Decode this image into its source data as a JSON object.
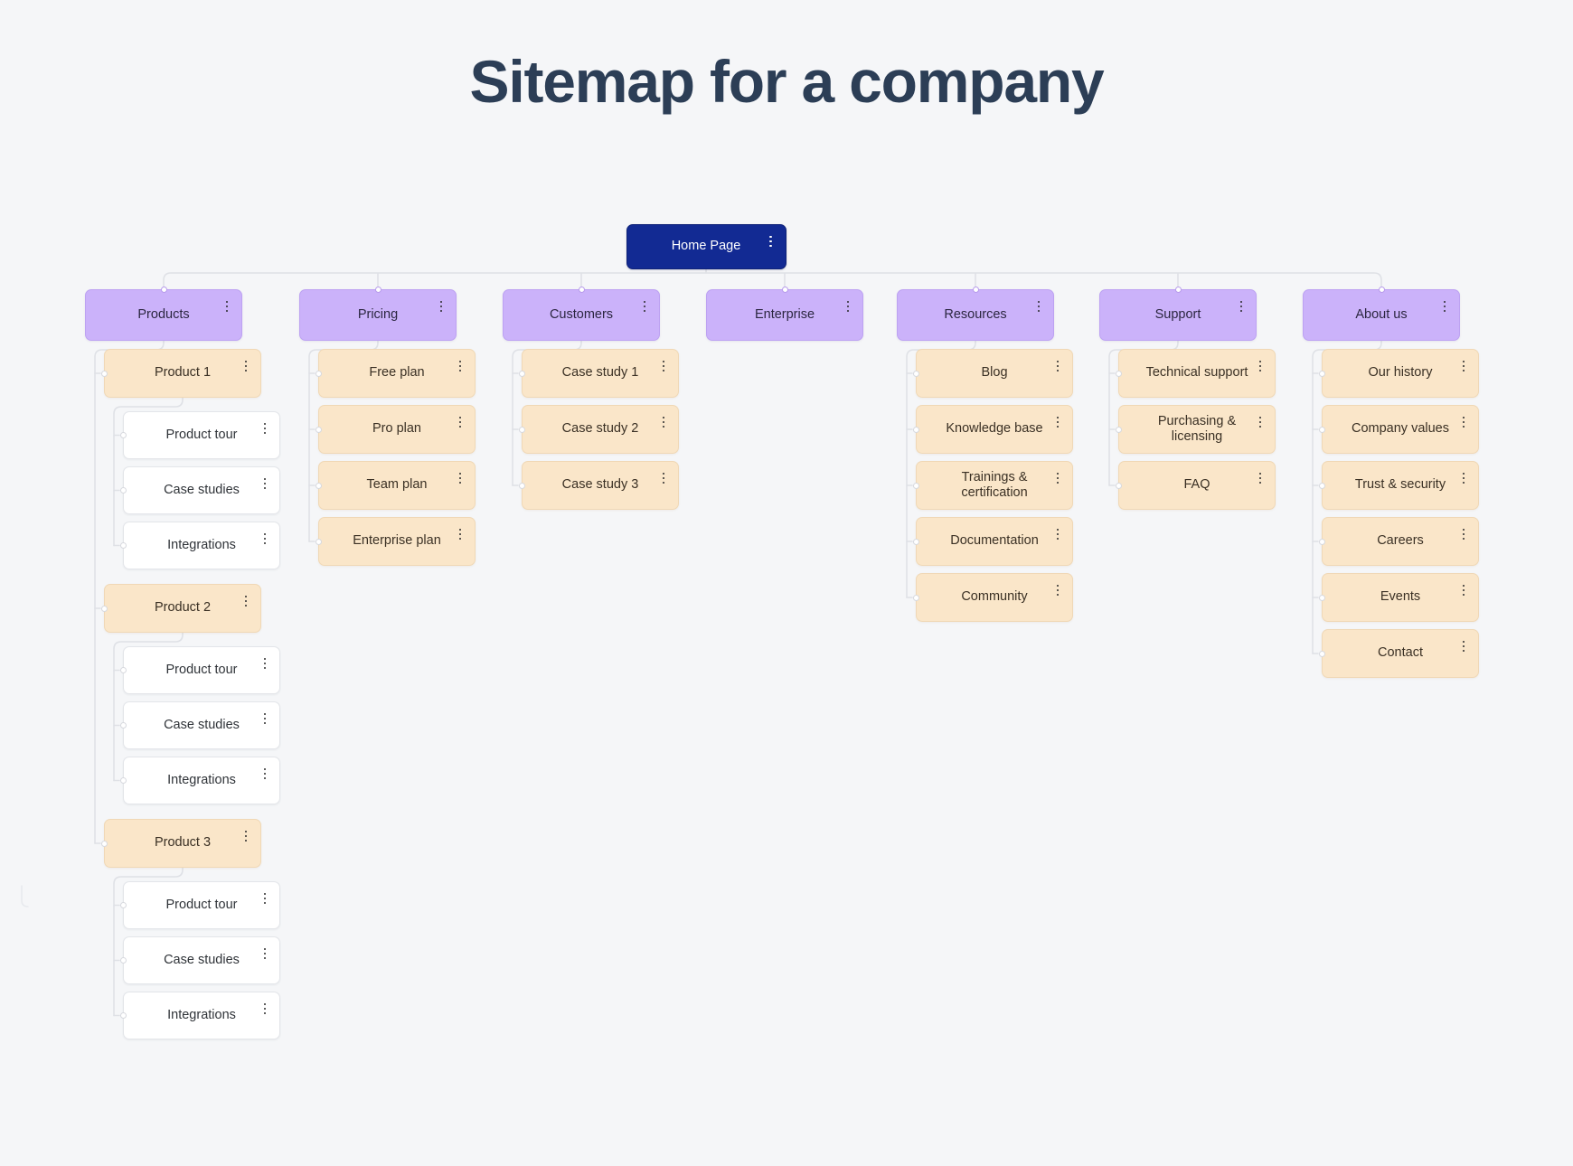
{
  "page": {
    "title": "Sitemap for a company",
    "background_color": "#f5f6f8",
    "title_color": "#2c3e56"
  },
  "colors": {
    "root_node": "#122a93",
    "section_node": "#cbb2fa",
    "page_node": "#fae6c9",
    "leaf_node": "#ffffff",
    "edge": "#dfe1e6"
  },
  "icons": {
    "kebab": "kebab-menu-icon"
  },
  "diagram": {
    "type": "sitemap-tree",
    "root": {
      "id": "home",
      "label": "Home Page",
      "kind": "root"
    },
    "sections": [
      {
        "id": "products",
        "label": "Products",
        "kind": "section",
        "children": [
          {
            "id": "product-1",
            "label": "Product 1",
            "kind": "page",
            "children": [
              {
                "id": "p1-product-tour",
                "label": "Product tour",
                "kind": "leaf"
              },
              {
                "id": "p1-case-studies",
                "label": "Case studies",
                "kind": "leaf"
              },
              {
                "id": "p1-integrations",
                "label": "Integrations",
                "kind": "leaf"
              }
            ]
          },
          {
            "id": "product-2",
            "label": "Product 2",
            "kind": "page",
            "children": [
              {
                "id": "p2-product-tour",
                "label": "Product tour",
                "kind": "leaf"
              },
              {
                "id": "p2-case-studies",
                "label": "Case studies",
                "kind": "leaf"
              },
              {
                "id": "p2-integrations",
                "label": "Integrations",
                "kind": "leaf"
              }
            ]
          },
          {
            "id": "product-3",
            "label": "Product 3",
            "kind": "page",
            "children": [
              {
                "id": "p3-product-tour",
                "label": "Product tour",
                "kind": "leaf"
              },
              {
                "id": "p3-case-studies",
                "label": "Case studies",
                "kind": "leaf"
              },
              {
                "id": "p3-integrations",
                "label": "Integrations",
                "kind": "leaf"
              }
            ]
          }
        ]
      },
      {
        "id": "pricing",
        "label": "Pricing",
        "kind": "section",
        "children": [
          {
            "id": "free-plan",
            "label": "Free plan",
            "kind": "page"
          },
          {
            "id": "pro-plan",
            "label": "Pro plan",
            "kind": "page"
          },
          {
            "id": "team-plan",
            "label": "Team plan",
            "kind": "page"
          },
          {
            "id": "enterprise-plan",
            "label": "Enterprise plan",
            "kind": "page"
          }
        ]
      },
      {
        "id": "customers",
        "label": "Customers",
        "kind": "section",
        "children": [
          {
            "id": "case-study-1",
            "label": "Case study 1",
            "kind": "page"
          },
          {
            "id": "case-study-2",
            "label": "Case study 2",
            "kind": "page"
          },
          {
            "id": "case-study-3",
            "label": "Case study 3",
            "kind": "page"
          }
        ]
      },
      {
        "id": "enterprise",
        "label": "Enterprise",
        "kind": "section",
        "children": []
      },
      {
        "id": "resources",
        "label": "Resources",
        "kind": "section",
        "children": [
          {
            "id": "blog",
            "label": "Blog",
            "kind": "page"
          },
          {
            "id": "knowledge-base",
            "label": "Knowledge base",
            "kind": "page"
          },
          {
            "id": "trainings-certification",
            "label": "Trainings & certification",
            "kind": "page"
          },
          {
            "id": "documentation",
            "label": "Documentation",
            "kind": "page"
          },
          {
            "id": "community",
            "label": "Community",
            "kind": "page"
          }
        ]
      },
      {
        "id": "support",
        "label": "Support",
        "kind": "section",
        "children": [
          {
            "id": "technical-support",
            "label": "Technical support",
            "kind": "page"
          },
          {
            "id": "purchasing-licensing",
            "label": "Purchasing & licensing",
            "kind": "page"
          },
          {
            "id": "faq",
            "label": "FAQ",
            "kind": "page"
          }
        ]
      },
      {
        "id": "about-us",
        "label": "About us",
        "kind": "section",
        "children": [
          {
            "id": "our-history",
            "label": "Our history",
            "kind": "page"
          },
          {
            "id": "company-values",
            "label": "Company values",
            "kind": "page"
          },
          {
            "id": "trust-security",
            "label": "Trust & security",
            "kind": "page"
          },
          {
            "id": "careers",
            "label": "Careers",
            "kind": "page"
          },
          {
            "id": "events",
            "label": "Events",
            "kind": "page"
          },
          {
            "id": "contact",
            "label": "Contact",
            "kind": "page"
          }
        ]
      }
    ]
  }
}
